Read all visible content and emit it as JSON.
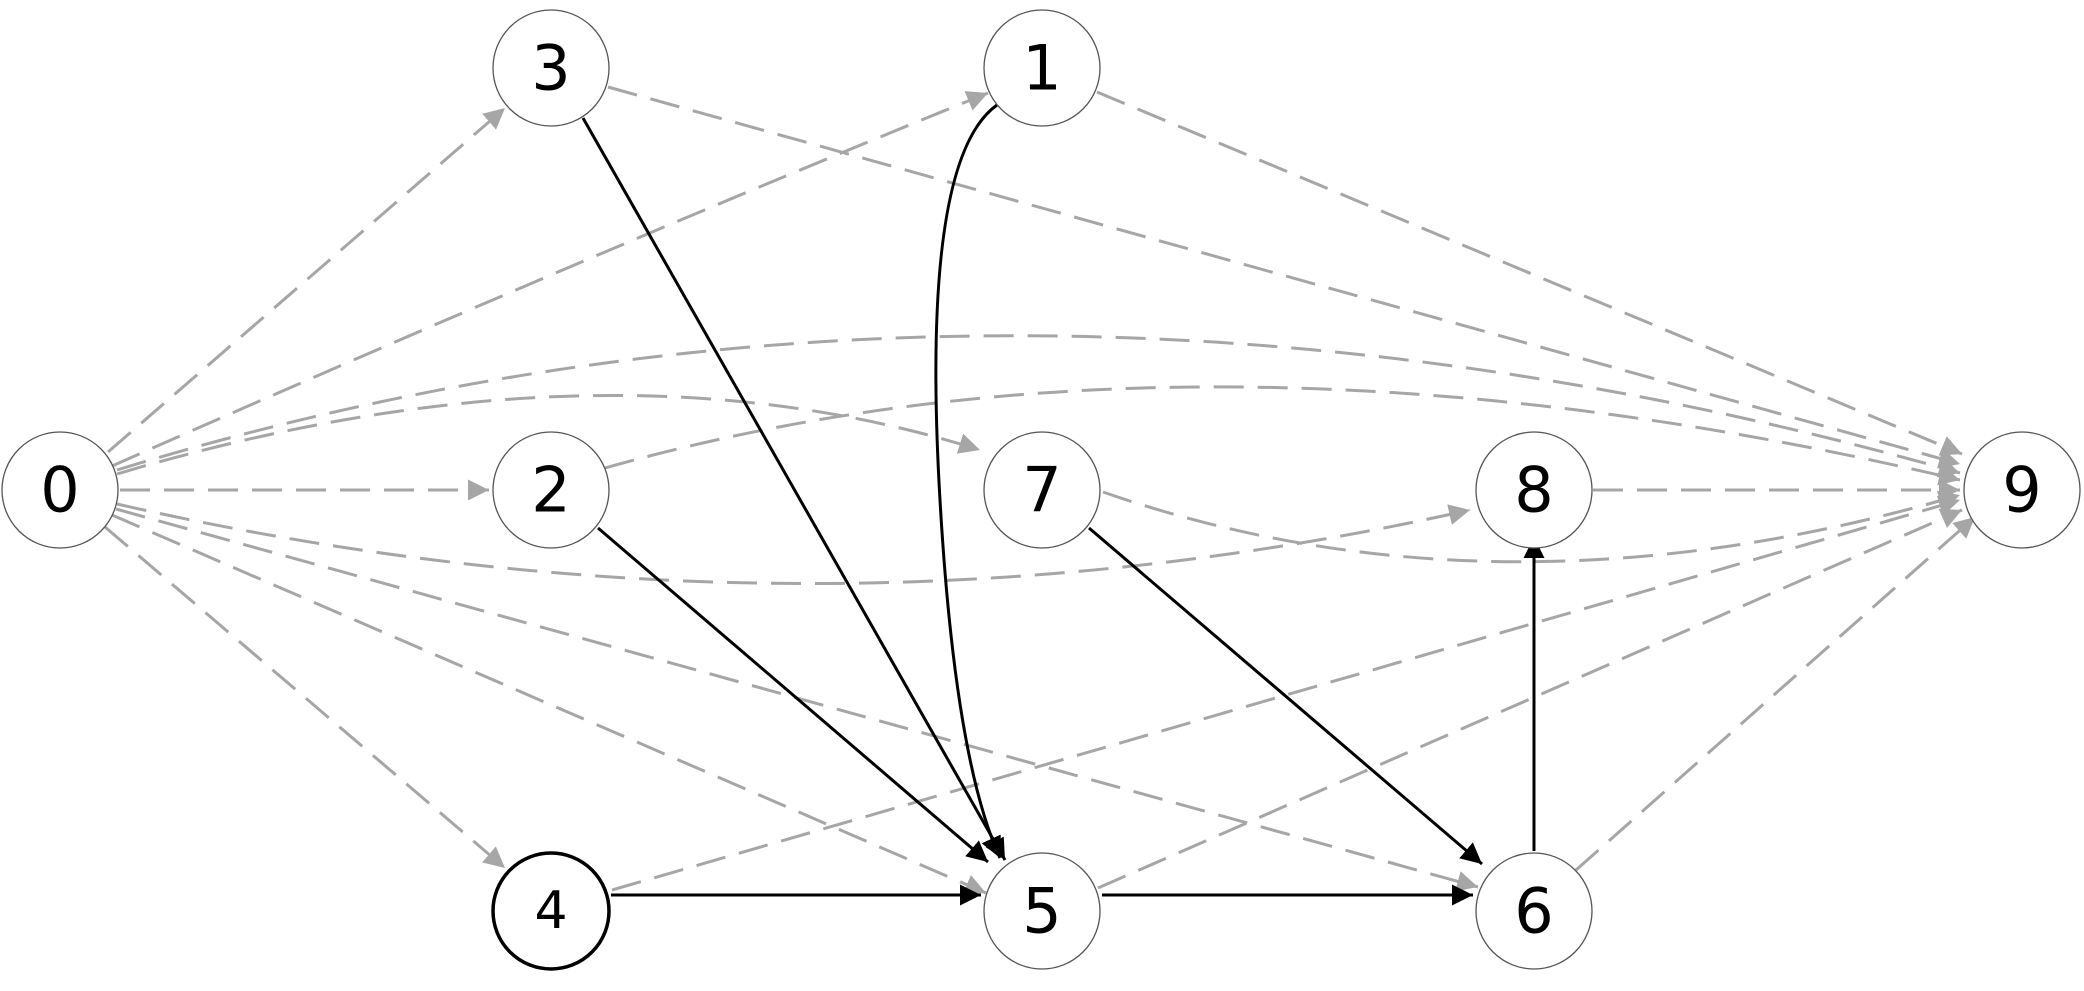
{
  "diagram": {
    "type": "directed-graph",
    "colors": {
      "solid_edge": "#000000",
      "dashed_edge": "#a6a6a6",
      "node_fill": "#ffffff",
      "node_stroke": "#555555"
    },
    "nodes": [
      {
        "id": "0",
        "label": "0"
      },
      {
        "id": "3",
        "label": "3"
      },
      {
        "id": "1",
        "label": "1"
      },
      {
        "id": "2",
        "label": "2"
      },
      {
        "id": "7",
        "label": "7"
      },
      {
        "id": "8",
        "label": "8"
      },
      {
        "id": "9",
        "label": "9"
      },
      {
        "id": "4",
        "label": "4",
        "emphasis": "bold-border"
      },
      {
        "id": "5",
        "label": "5"
      },
      {
        "id": "6",
        "label": "6"
      }
    ],
    "solid_edges": [
      {
        "from": "3",
        "to": "5"
      },
      {
        "from": "1",
        "to": "5"
      },
      {
        "from": "2",
        "to": "5"
      },
      {
        "from": "4",
        "to": "5"
      },
      {
        "from": "5",
        "to": "6"
      },
      {
        "from": "7",
        "to": "6"
      },
      {
        "from": "6",
        "to": "8"
      }
    ],
    "dashed_edges": [
      {
        "from": "0",
        "to": "3"
      },
      {
        "from": "0",
        "to": "1"
      },
      {
        "from": "0",
        "to": "2"
      },
      {
        "from": "0",
        "to": "7"
      },
      {
        "from": "0",
        "to": "8"
      },
      {
        "from": "0",
        "to": "4"
      },
      {
        "from": "0",
        "to": "5"
      },
      {
        "from": "0",
        "to": "6"
      },
      {
        "from": "0",
        "to": "9"
      },
      {
        "from": "3",
        "to": "9"
      },
      {
        "from": "1",
        "to": "9"
      },
      {
        "from": "2",
        "to": "9"
      },
      {
        "from": "7",
        "to": "9"
      },
      {
        "from": "8",
        "to": "9"
      },
      {
        "from": "4",
        "to": "9"
      },
      {
        "from": "5",
        "to": "9"
      },
      {
        "from": "6",
        "to": "9"
      }
    ]
  }
}
